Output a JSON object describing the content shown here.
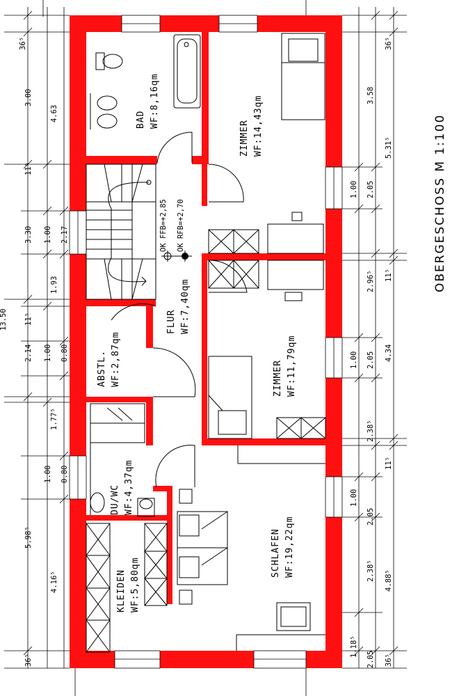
{
  "plan_title": "OBERGESCHOSS  M 1:100",
  "level_markers": [
    "OK FFB=+2,85",
    "OK RFB=+2,70"
  ],
  "rooms": {
    "bad": {
      "name": "BAD",
      "area": "WF:8,16qm"
    },
    "zimmer1": {
      "name": "ZIMMER",
      "area": "WF:14,43qm"
    },
    "flur": {
      "name": "FLUR",
      "area": "WF:7,40qm"
    },
    "abstl": {
      "name": "ABSTL.",
      "area": "WF:2,87qm"
    },
    "zimmer2": {
      "name": "ZIMMER",
      "area": "WF:11,79qm"
    },
    "duwc": {
      "name": "DU/WC",
      "area": "WF:4,37qm"
    },
    "schlafen": {
      "name": "SCHLAFEN",
      "area": "WF:19,22qm"
    },
    "kleiden": {
      "name": "KLEIDEN",
      "area": "WF:5,80qm"
    }
  },
  "left_dims_outer": [
    "4.63",
    "11⁵",
    "1.93",
    "11⁵",
    "5.98⁵",
    "4.16⁵",
    "36⁵"
  ],
  "left_dims_outer_top": "36⁵",
  "left_dims_mid": [
    "3.00",
    "3.30",
    "2.14",
    "1.77⁵"
  ],
  "left_dims_inner": [
    "1.00",
    "2.17",
    "1.00",
    "0.80",
    "1.00",
    "0.80"
  ],
  "left_partial": "13.50",
  "right_dims_inner": [
    "1.00",
    "1.00",
    "1.00",
    "1.18⁵"
  ],
  "right_dims_mid": [
    "3.58",
    "2.05",
    "2.96⁵",
    "2.05",
    "2.38⁵",
    "2.05",
    "2.38⁵",
    "2.05"
  ],
  "right_dims_outer": [
    "36⁵",
    "5.31⁵",
    "11⁵",
    "4.34",
    "11⁵",
    "4.88⁵",
    "36⁵"
  ]
}
